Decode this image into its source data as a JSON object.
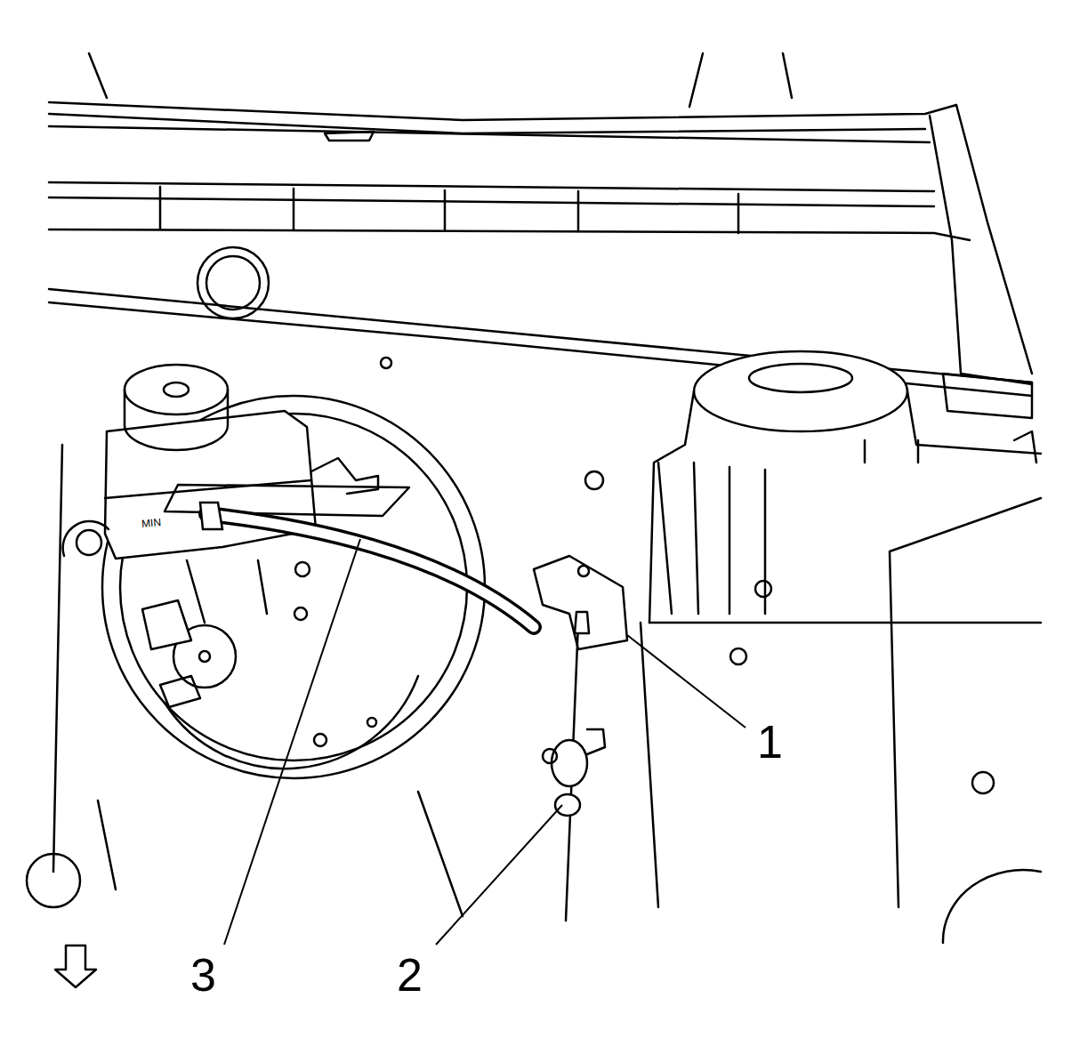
{
  "diagram": {
    "labels": [
      "1",
      "2",
      "3",
      "MIN"
    ]
  }
}
